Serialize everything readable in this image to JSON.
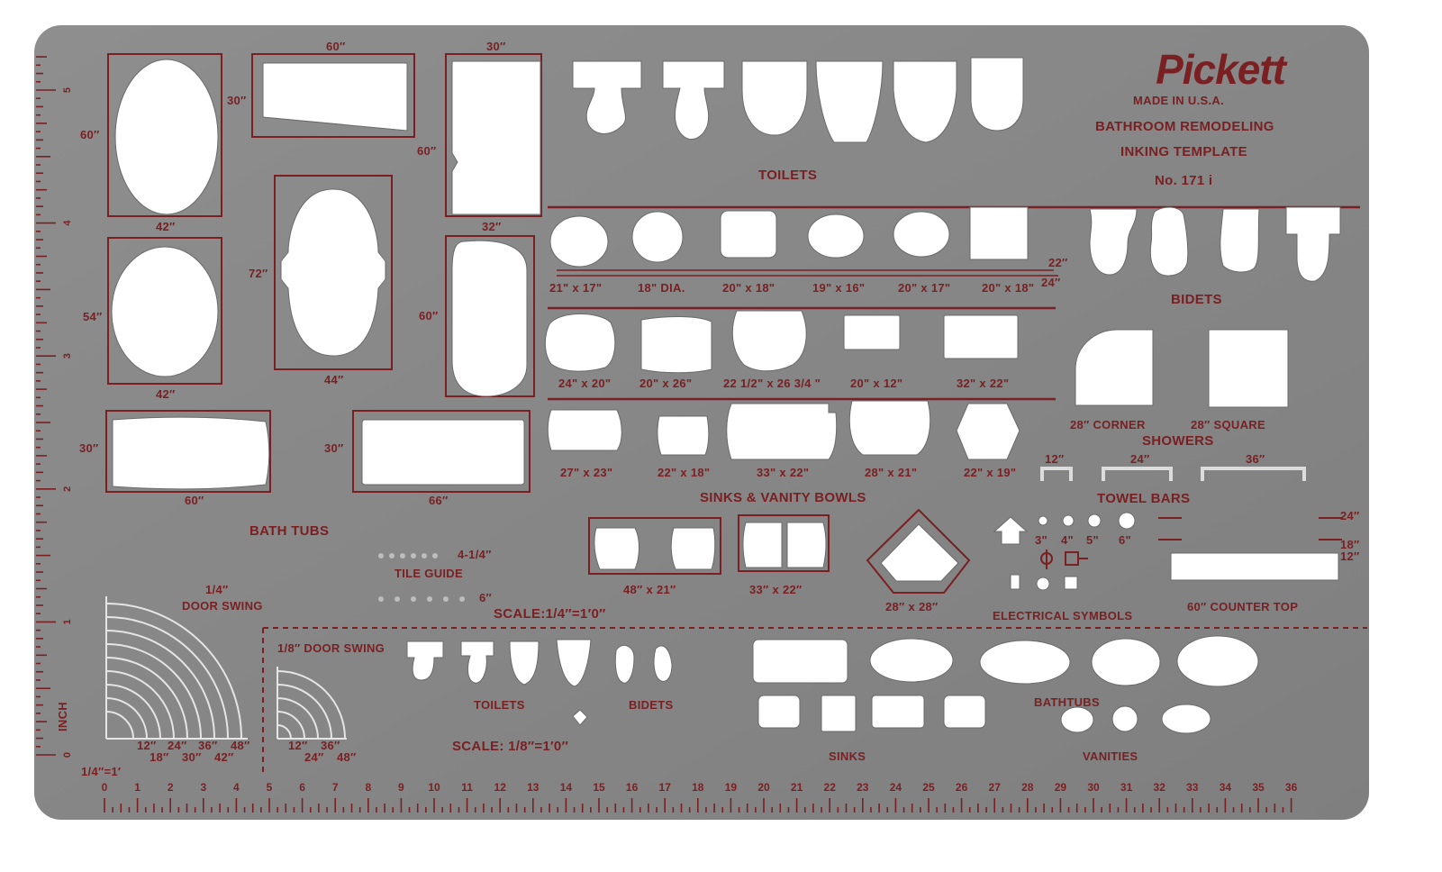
{
  "colors": {
    "plastic": "#8a8a8a",
    "plastic_dark": "#7c7c7c",
    "ink": "#7a1f22",
    "hole": "#ffffff"
  },
  "header": {
    "brand": "Pickett",
    "made_in": "MADE IN U.S.A.",
    "title_line1": "BATHROOM REMODELING",
    "title_line2": "INKING TEMPLATE",
    "model": "No. 171 i"
  },
  "bath_tubs": {
    "label": "BATH TUBS",
    "dims": {
      "oval1_w": "42″",
      "oval1_h": "60″",
      "oval2_w": "42″",
      "oval2_h": "54″",
      "rect60_w": "60″",
      "rect60_h": "30″",
      "oval3_w": "44″",
      "oval3_h": "72″",
      "rect30_w": "30″",
      "rect32_w": "32″",
      "rect32_h": "60″",
      "rect30_h2": "60″",
      "tub60_w": "60″",
      "tub60_h": "30″",
      "tub66_w": "66″",
      "tub66_h": "30″"
    }
  },
  "toilets": {
    "label": "TOILETS"
  },
  "bidets": {
    "label": "BIDETS",
    "dim_a": "22″",
    "dim_b": "24″"
  },
  "sinks": {
    "label": "SINKS & VANITY BOWLS",
    "row1": [
      "21\" x 17\"",
      "18\" DIA.",
      "20\" x 18\"",
      "19\" x 16\"",
      "20\" x 17\"",
      "20\" x 18\""
    ],
    "row2": [
      "24\" x 20\"",
      "20\" x 26\"",
      "22 1/2\" x 26 3/4 \"",
      "20\" x 12\"",
      "32\" x 22\""
    ],
    "row3": [
      "27\" x 23\"",
      "22\" x 18\"",
      "33\" x 22\"",
      "28\" x 21\"",
      "22\" x 19\""
    ],
    "vanity1": "48″ x 21″",
    "vanity2": "33″ x 22″",
    "corner": "28″ x 28″"
  },
  "showers": {
    "label": "SHOWERS",
    "corner": "28″ CORNER",
    "square": "28″ SQUARE"
  },
  "towel_bars": {
    "label": "TOWEL BARS",
    "sizes": [
      "12″",
      "24″",
      "36″"
    ]
  },
  "electrical": {
    "label": "ELECTRICAL SYMBOLS",
    "sizes": [
      "3\"",
      "4\"",
      "5\"",
      "6\""
    ]
  },
  "counter_top": {
    "label": "60″ COUNTER TOP",
    "d24": "24″",
    "d18": "18″",
    "d12": "12″"
  },
  "tile_guide": {
    "label": "TILE GUIDE",
    "size1": "4-1/4″",
    "size2": "6″"
  },
  "door_swing_quarter": {
    "title1": "1/4″",
    "title2": "DOOR SWING",
    "labels_top": [
      "12″",
      "24″",
      "36″",
      "48″"
    ],
    "labels_bottom": [
      "18″",
      "30″",
      "42″"
    ]
  },
  "door_swing_eighth": {
    "title": "1/8″ DOOR SWING",
    "labels_top": [
      "12″",
      "36″"
    ],
    "labels_bottom": [
      "24″",
      "48″"
    ]
  },
  "scales": {
    "quarter": "SCALE:1/4″=1′0″",
    "eighth": "SCALE: 1/8″=1′0″",
    "ruler_scale": "1/4″=1′",
    "inch": "INCH"
  },
  "eighth_section": {
    "toilets": "TOILETS",
    "bidets": "BIDETS",
    "sinks": "SINKS",
    "bathtubs": "BATHTUBS",
    "vanities": "VANITIES"
  },
  "ruler": {
    "bottom_numbers": [
      "0",
      "1",
      "2",
      "3",
      "4",
      "5",
      "6",
      "7",
      "8",
      "9",
      "10",
      "11",
      "12",
      "13",
      "14",
      "15",
      "16",
      "17",
      "18",
      "19",
      "20",
      "21",
      "22",
      "23",
      "24",
      "25",
      "26",
      "27",
      "28",
      "29",
      "30",
      "31",
      "32",
      "33",
      "34",
      "35",
      "36"
    ],
    "left_numbers": [
      "0",
      "1",
      "2",
      "3",
      "4",
      "5"
    ]
  }
}
